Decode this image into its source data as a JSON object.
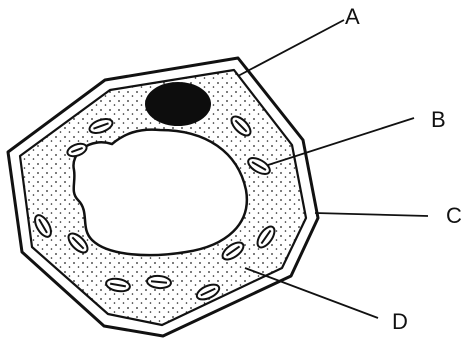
{
  "labels": {
    "a": "A",
    "b": "B",
    "c": "C",
    "d": "D"
  },
  "colors": {
    "ink": "#111111",
    "background": "#ffffff",
    "nucleus": "#0d0d0d"
  }
}
